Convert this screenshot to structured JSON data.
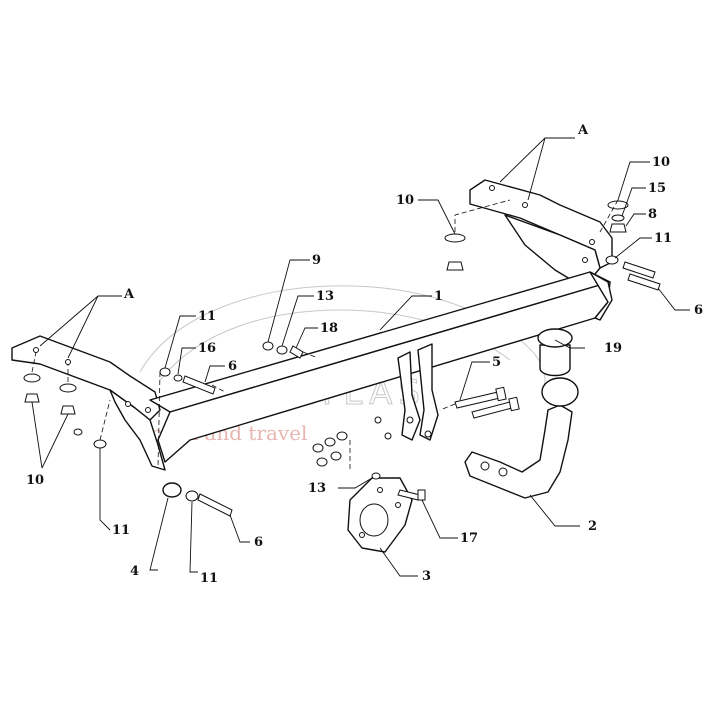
{
  "watermark": {
    "brand_text": "ATLAS",
    "tagline_text": "pack and travel",
    "colors": {
      "outline": "#c8c8c8",
      "tagline": "#e8b6b0"
    }
  },
  "labels": {
    "A_right": "A",
    "A_left": "A",
    "n1": "1",
    "n2": "2",
    "n3": "3",
    "n4": "4",
    "n5": "5",
    "n6_right": "6",
    "n6_left": "6",
    "n6_bottom": "6",
    "n8": "8",
    "n9": "9",
    "n10_top_right": "10",
    "n10_top_mid": "10",
    "n10_left": "10",
    "n11_right": "11",
    "n11_left_top": "11",
    "n11_left_bottom": "11",
    "n11_bottom": "11",
    "n13_top": "13",
    "n13_bottom": "13",
    "n15": "15",
    "n16": "16",
    "n17": "17",
    "n18": "18",
    "n19": "19"
  }
}
